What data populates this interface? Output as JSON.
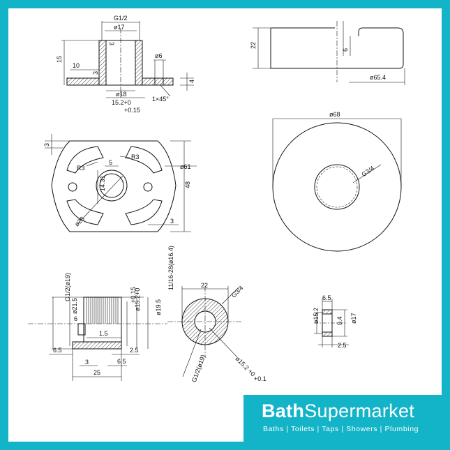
{
  "brand": {
    "name_bold": "Bath",
    "name_light": "Supermarket",
    "tagline": "Baths | Toilets | Taps | Showers | Plumbing",
    "color": "#14b4c8"
  },
  "views": {
    "flange_section": {
      "thread": "G1/2",
      "top_dia": "ø17",
      "wall": "3",
      "height": "15",
      "step": "10",
      "lip": "3",
      "slot": "ø6",
      "plate": "4",
      "bore": "ø18",
      "tol_a": "15.2+0",
      "tol_b": "+0.15",
      "chamfer": "1×45°"
    },
    "cover_side": {
      "height": "22",
      "lip": "6",
      "dia": "ø65.4"
    },
    "plate_top": {
      "top": "3",
      "r_left": "R3",
      "r_right": "R3",
      "gap": "5",
      "dia": "ø61",
      "offset": "14.31",
      "height": "48",
      "bore": "ø28",
      "side": "3"
    },
    "disc": {
      "dia": "ø68",
      "thread": "G3/4"
    },
    "nipple_side": {
      "thread": "G1/2(ø19)",
      "d1": "ø21.5",
      "d2": "ø15.2+0",
      "d2b": "+0.15",
      "d3": "11/16-28(ø16.4)",
      "d4": "ø19.5",
      "step": "6",
      "groove": "1.5",
      "left": "6.5",
      "right": "2.5",
      "mid": "3",
      "tail": "6.5",
      "length": "25"
    },
    "ring_section": {
      "width": "22",
      "thread": "G3/4",
      "inner": "G1/2(ø19)",
      "tol_a": "ø15.2 +0",
      "tol_b": "+0.1"
    },
    "bush": {
      "d1": "ø15.2",
      "top": "6.5",
      "wall": "0.4",
      "d2": "ø17",
      "len": "2.5"
    }
  }
}
